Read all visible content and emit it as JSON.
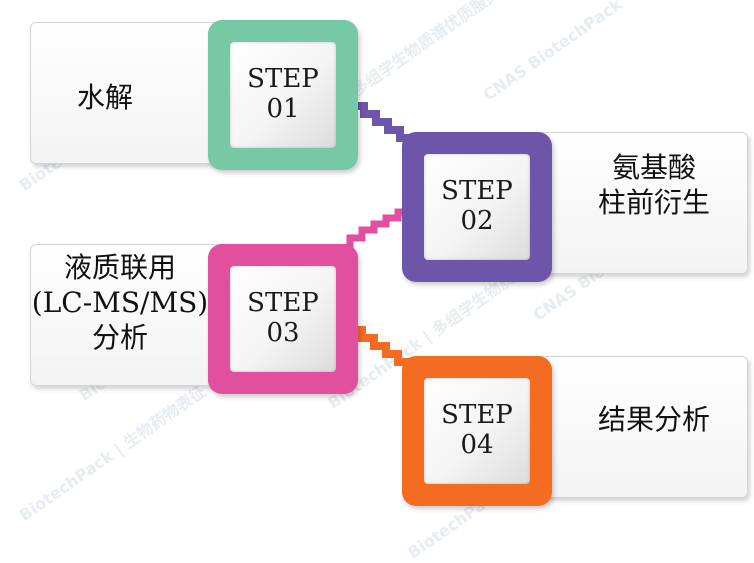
{
  "diagram": {
    "steps": [
      {
        "label": "STEP",
        "number": "01",
        "color": "#76c9a4"
      },
      {
        "label": "STEP",
        "number": "02",
        "color": "#6d55aa"
      },
      {
        "label": "STEP",
        "number": "03",
        "color": "#e0509e"
      },
      {
        "label": "STEP",
        "number": "04",
        "color": "#f36c21"
      }
    ],
    "descriptions": {
      "step1": "水解",
      "step2_line1": "氨基酸",
      "step2_line2": "柱前衍生",
      "step3_line1": "液质联用",
      "step3_line2": "(LC-MS/MS)",
      "step3_line3": "分析",
      "step4": "结果分析"
    }
  },
  "watermark": {
    "brand": "BiotechPack",
    "line1": "生物药物表征",
    "line2": "多组学生物质谱优质服务商",
    "badge": "CNAS"
  }
}
